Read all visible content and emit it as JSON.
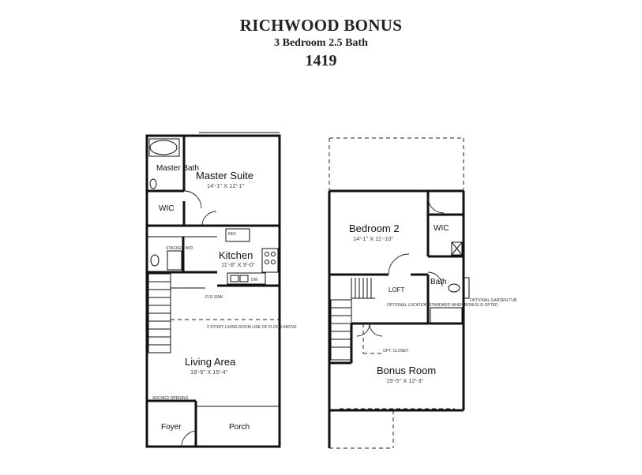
{
  "header": {
    "title": "RICHWOOD BONUS",
    "subtitle": "3 Bedroom 2.5 Bath",
    "sqft": "1419"
  },
  "first_floor": {
    "master_bath": "Master Bath",
    "master_suite": "Master Suite",
    "master_suite_dim": "14'-1\" X 12'-1\"",
    "wic": "WIC",
    "ref": "REF",
    "stacked_wd": "STACKED W/D",
    "kitchen": "Kitchen",
    "kitchen_dim": "11'-8\" X 9'-0\"",
    "dw": "DW",
    "flr_sink": "FLR SINK",
    "two_story_note": "2 STORY LIVING ROOM LINE OF FLOOR ABOVE",
    "living_area": "Living Area",
    "living_area_dim": "19'-5\" X 15'-4\"",
    "arched_opening": "ARCHED OPENING",
    "foyer": "Foyer",
    "porch": "Porch"
  },
  "second_floor": {
    "bedroom2": "Bedroom 2",
    "bedroom2_dim": "14'-1\" X 11'-10\"",
    "wic": "WIC",
    "bath": "Bath",
    "loft": "LOFT",
    "optional_garden_tub": "OPTIONAL GARDEN TUB",
    "optional_note": "OPTIONAL LOCATION STANDARD WHEN BONUS IS OPTED",
    "opt_closet": "OPT. CLOSET",
    "bonus_room": "Bonus Room",
    "bonus_room_dim": "19'-5\" X 12'-3\""
  }
}
